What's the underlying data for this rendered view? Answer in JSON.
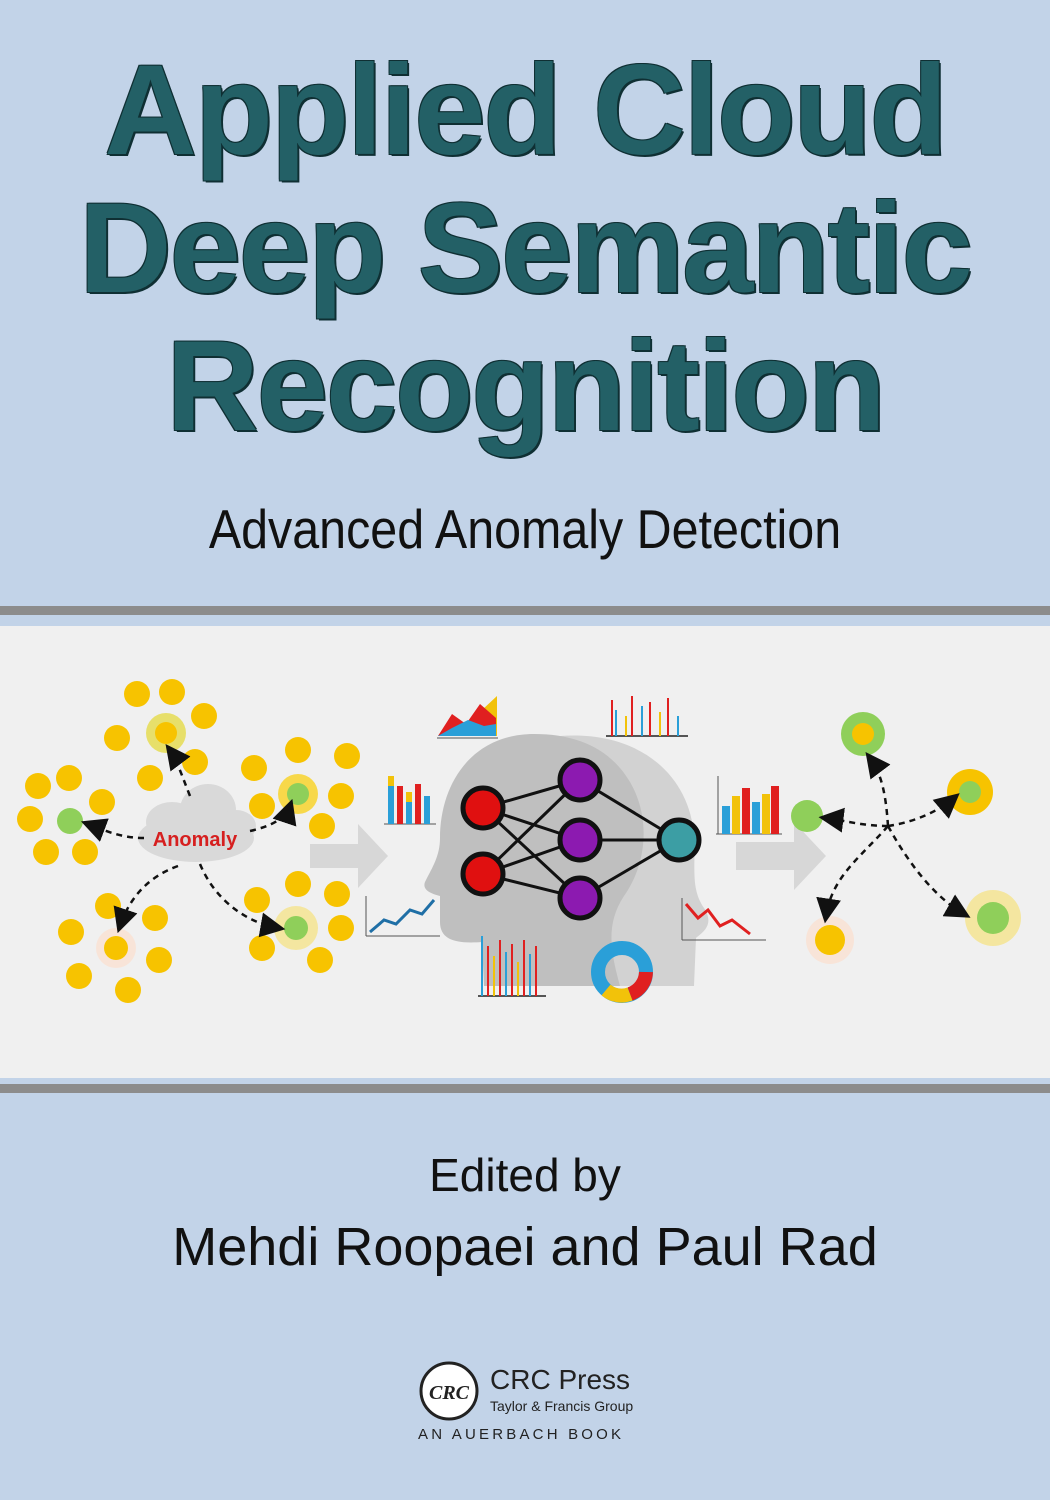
{
  "cover": {
    "title_lines": [
      "Applied Cloud",
      "Deep Semantic",
      "Recognition"
    ],
    "subtitle": "Advanced Anomaly Detection",
    "edited_label": "Edited by",
    "editors": "Mehdi Roopaei and Paul Rad"
  },
  "illustration": {
    "anomaly_label": "Anomaly"
  },
  "publisher": {
    "logo_text": "CRC",
    "name": "CRC Press",
    "group": "Taylor & Francis Group",
    "imprint": "AN AUERBACH BOOK"
  },
  "colors": {
    "background": "#c2d3e8",
    "title": "#236066",
    "band": "#f0f0f0",
    "dot_yellow": "#f7c300",
    "dot_green": "#8fcf5a",
    "anomaly_text": "#d61f1f"
  }
}
